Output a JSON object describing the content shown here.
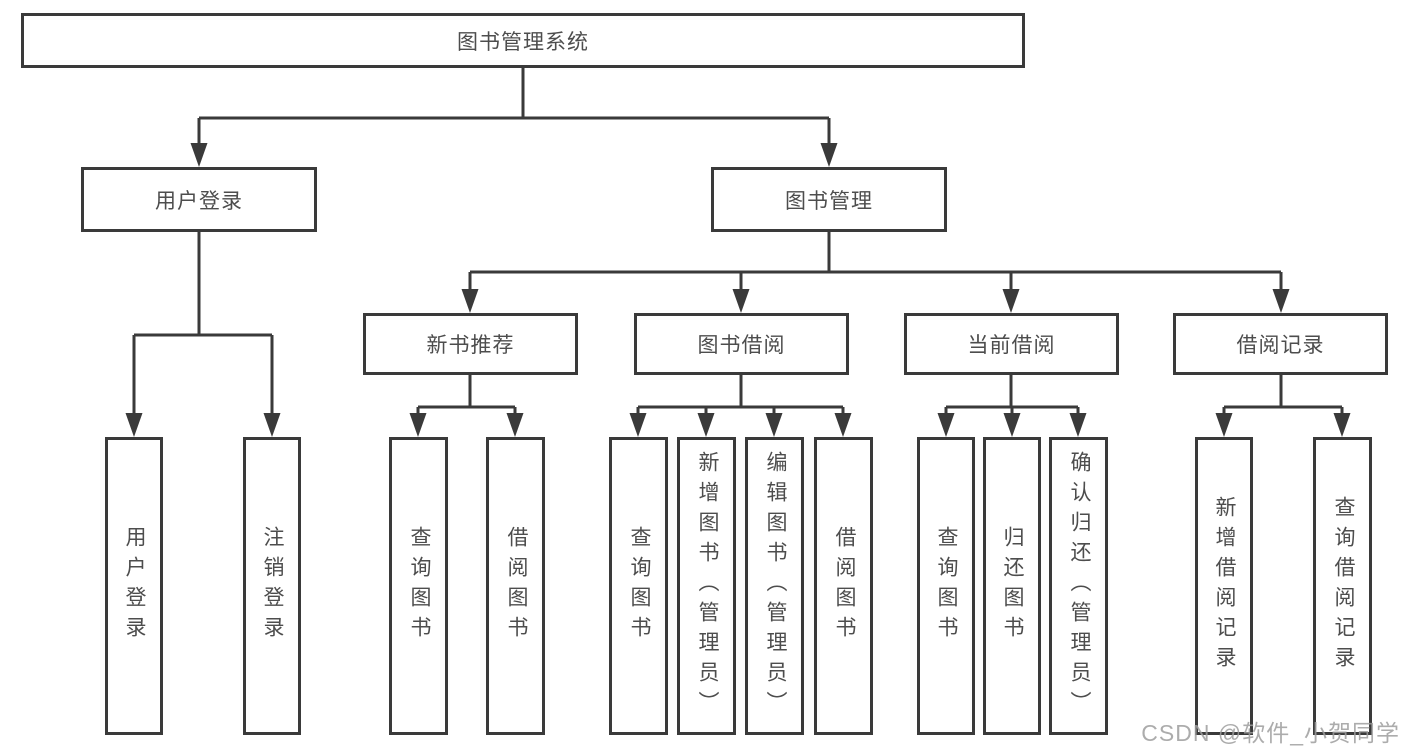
{
  "diagram": {
    "root": {
      "label": "图书管理系统"
    },
    "branches": [
      {
        "label": "用户登录",
        "children": [
          {
            "label": "用户登录"
          },
          {
            "label": "注销登录"
          }
        ]
      },
      {
        "label": "图书管理",
        "children": [
          {
            "label": "新书推荐",
            "children": [
              {
                "label": "查询图书"
              },
              {
                "label": "借阅图书"
              }
            ]
          },
          {
            "label": "图书借阅",
            "children": [
              {
                "label": "查询图书"
              },
              {
                "label": "新增图书（管理员）"
              },
              {
                "label": "编辑图书（管理员）"
              },
              {
                "label": "借阅图书"
              }
            ]
          },
          {
            "label": "当前借阅",
            "children": [
              {
                "label": "查询图书"
              },
              {
                "label": "归还图书"
              },
              {
                "label": "确认归还（管理员）"
              }
            ]
          },
          {
            "label": "借阅记录",
            "children": [
              {
                "label": "新增借阅记录"
              },
              {
                "label": "查询借阅记录"
              }
            ]
          }
        ]
      }
    ]
  },
  "watermark": {
    "text": "CSDN @软件_小贺同学"
  },
  "colors": {
    "line": "#3a3a3a",
    "text": "#4d4d4d",
    "watermark": "#9e9e9e"
  }
}
